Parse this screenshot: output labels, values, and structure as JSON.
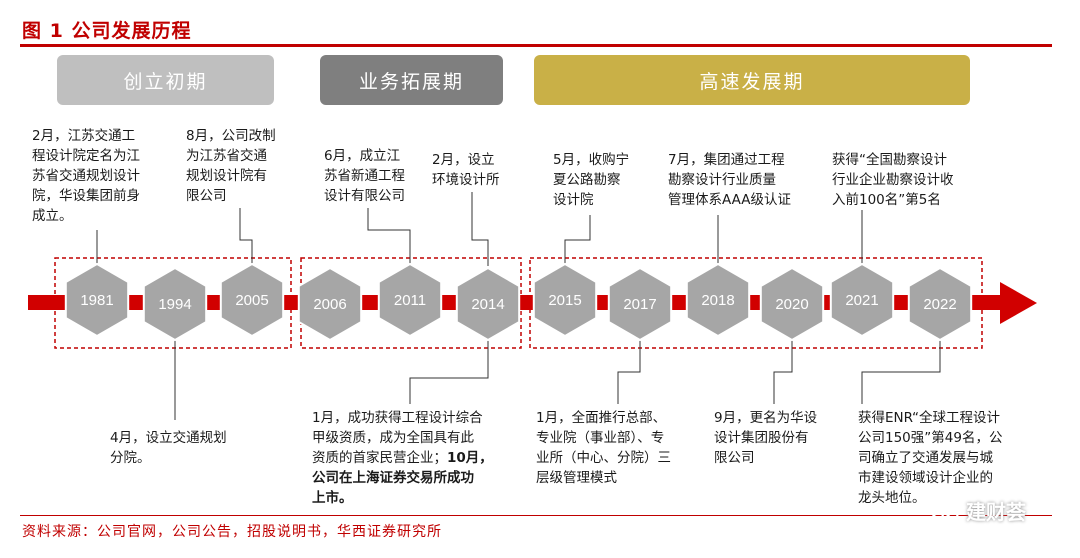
{
  "title": "图 1 公司发展历程",
  "phases": [
    {
      "label": "创立初期",
      "color": "#bfbfbf"
    },
    {
      "label": "业务拓展期",
      "color": "#7f7f7f"
    },
    {
      "label": "高速发展期",
      "color": "#c9b047"
    }
  ],
  "years": [
    "1981",
    "1994",
    "2005",
    "2006",
    "2011",
    "2014",
    "2015",
    "2017",
    "2018",
    "2020",
    "2021",
    "2022"
  ],
  "notes_top": [
    {
      "lines": [
        "2月，江苏交通工",
        "程设计院定名为江",
        "苏省交通规划设计",
        "院，华设集团前身",
        "成立。"
      ]
    },
    {
      "lines": [
        "8月，公司改制",
        "为江苏省交通",
        "规划设计院有",
        "限公司"
      ]
    },
    {
      "lines": [
        "6月，成立江",
        "苏省新通工程",
        "设计有限公司"
      ]
    },
    {
      "lines": [
        "2月，设立",
        "环境设计所"
      ]
    },
    {
      "lines": [
        "5月，收购宁",
        "夏公路勘察",
        "设计院"
      ]
    },
    {
      "lines": [
        "7月，集团通过工程",
        "勘察设计行业质量",
        "管理体系AAA级认证"
      ]
    },
    {
      "lines": [
        "获得“全国勘察设计",
        "行业企业勘察设计收",
        "入前100名”第5名"
      ]
    }
  ],
  "notes_bottom": [
    {
      "lines": [
        "4月，设立交通规划",
        "分院。"
      ]
    },
    {
      "lines": [
        "1月，成功获得工程设计综合",
        "甲级资质，成为全国具有此",
        "资质的首家民营企业；",
        "公司在上海证券交易所成功",
        "上市。"
      ],
      "bold_tail": "10月，"
    },
    {
      "lines": [
        "1月，全面推行总部、",
        "专业院（事业部）、专",
        "业所（中心、分院）三",
        "层级管理模式"
      ]
    },
    {
      "lines": [
        "9月，更名为华设",
        "设计集团股份有",
        "限公司"
      ]
    },
    {
      "lines": [
        "获得ENR“全球工程设计",
        "公司150强”第49名，公",
        "司确立了交通发展与城",
        "市建设领域设计企业的",
        "龙头地位。"
      ]
    }
  ],
  "source": "资料来源：公司官网，公司公告，招股说明书，华西证券研究所",
  "watermark": "建财荟",
  "colors": {
    "accent": "#c00000",
    "hex": "#a6a6a6",
    "arrow": "#d10000"
  }
}
